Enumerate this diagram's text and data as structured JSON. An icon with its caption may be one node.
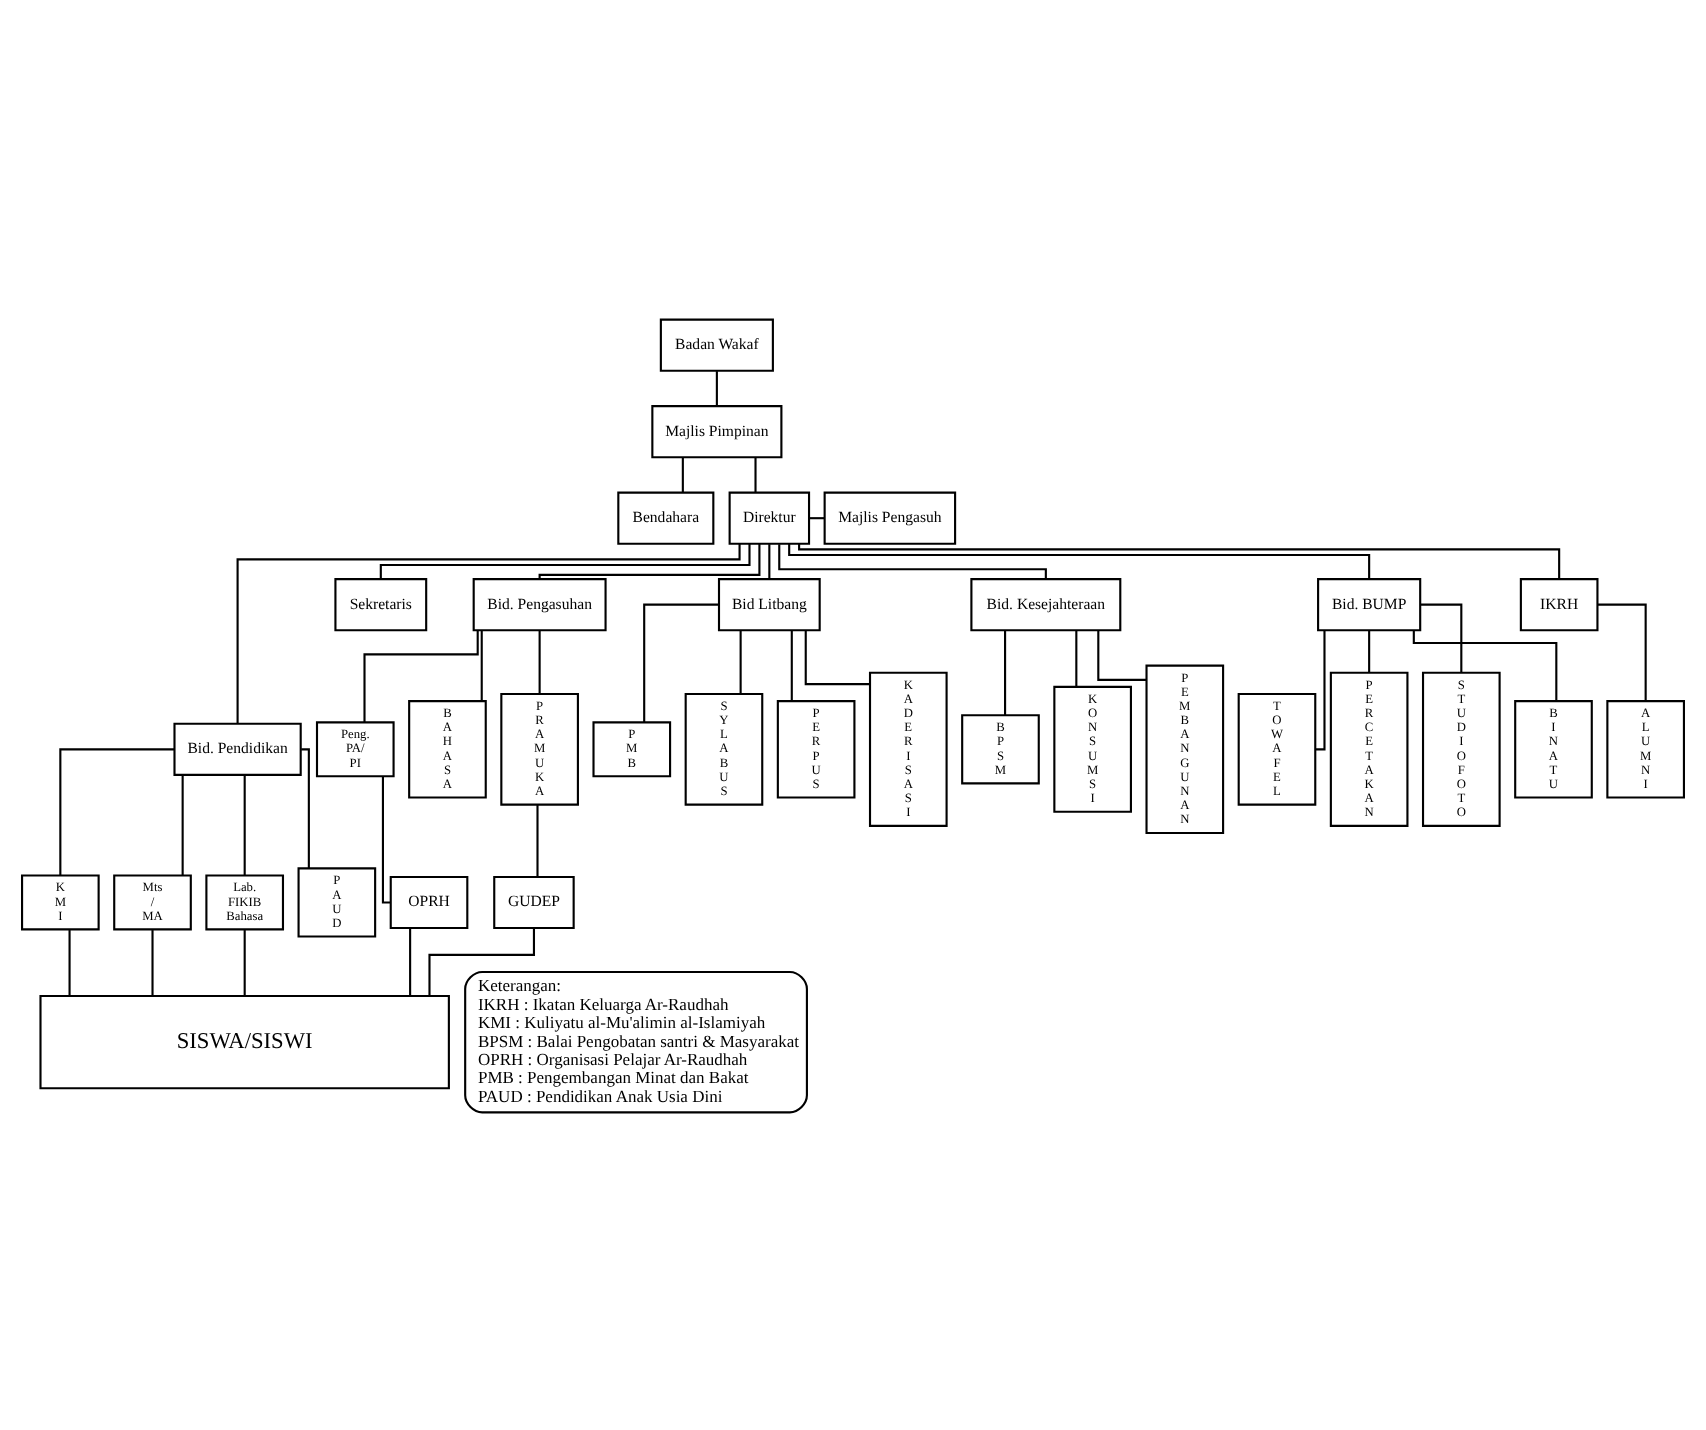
{
  "diagram": {
    "nodes": [
      {
        "text": [
          "Badan Wakaf"
        ]
      },
      {
        "text": [
          "Majlis Pimpinan"
        ]
      },
      {
        "text": [
          "Bendahara"
        ]
      },
      {
        "text": [
          "Direktur"
        ]
      },
      {
        "text": [
          "Majlis Pengasuh"
        ]
      },
      {
        "text": [
          "Sekretaris"
        ]
      },
      {
        "text": [
          "Bid. Pendidikan"
        ]
      },
      {
        "text": [
          "Bid. Pengasuhan"
        ]
      },
      {
        "text": [
          "Bid Litbang"
        ]
      },
      {
        "text": [
          "Bid. Kesejahteraan"
        ]
      },
      {
        "text": [
          "Bid. BUMP"
        ]
      },
      {
        "text": [
          "IKRH"
        ]
      },
      {
        "text": [
          "K M I"
        ]
      },
      {
        "text": [
          "Mts / MA"
        ]
      },
      {
        "text": [
          "Lab. FIKIB Bahasa"
        ]
      },
      {
        "text": [
          "P A U D"
        ]
      },
      {
        "text": [
          "Peng. PA/ PI"
        ]
      },
      {
        "text": [
          "B A H A S A"
        ]
      },
      {
        "text": [
          "P R A M U K A"
        ]
      },
      {
        "text": [
          "P M B"
        ]
      },
      {
        "text": [
          "S Y L A B U S"
        ]
      },
      {
        "text": [
          "P E R P U S"
        ]
      },
      {
        "text": [
          "K A D E R I S A S I"
        ]
      },
      {
        "text": [
          "B P S M"
        ]
      },
      {
        "text": [
          "K O N S U M S I"
        ]
      },
      {
        "text": [
          "P E M B A N G U N A N"
        ]
      },
      {
        "text": [
          "T O W A F E L"
        ]
      },
      {
        "text": [
          "P E R C E T A K A N"
        ]
      },
      {
        "text": [
          "S T U D I O F O T O"
        ]
      },
      {
        "text": [
          "B I N A T U"
        ]
      },
      {
        "text": [
          "A L U M N I"
        ]
      },
      {
        "text": [
          "OPRH"
        ]
      },
      {
        "text": [
          "GUDEP"
        ]
      },
      {
        "text": [
          "SISWA/SISWI"
        ]
      },
      {
        "text": [
          "Keterangan:",
          "IKRH : Ikatan Keluarga Ar-Raudhah",
          "KMI : Kuliyatu al-Mu'alimin al-Islamiyah",
          "BPSM : Balai Pengobatan santri & Masyarakat",
          "OPRH : Organisasi Pelajar Ar-Raudhah",
          "PMB : Pengembangan Minat dan Bakat",
          "PAUD : Pendidikan Anak Usia Dini"
        ]
      }
    ],
    "edges": [
      {
        "from": 0,
        "to": 1,
        "arrow": "none"
      },
      {
        "from": 1,
        "to": 2,
        "arrow": "none"
      },
      {
        "from": 1,
        "to": 3,
        "arrow": "none"
      },
      {
        "from": 3,
        "to": 4,
        "arrow": "none"
      },
      {
        "from": 3,
        "to": 5,
        "arrow": "none"
      },
      {
        "from": 3,
        "to": 6,
        "arrow": "none"
      },
      {
        "from": 3,
        "to": 7,
        "arrow": "none"
      },
      {
        "from": 3,
        "to": 8,
        "arrow": "none"
      },
      {
        "from": 3,
        "to": 9,
        "arrow": "none"
      },
      {
        "from": 3,
        "to": 10,
        "arrow": "none"
      },
      {
        "from": 3,
        "to": 11,
        "arrow": "none"
      },
      {
        "from": 6,
        "to": 12,
        "arrow": "none"
      },
      {
        "from": 6,
        "to": 13,
        "arrow": "none"
      },
      {
        "from": 6,
        "to": 14,
        "arrow": "none"
      },
      {
        "from": 6,
        "to": 15,
        "arrow": "none"
      },
      {
        "from": 7,
        "to": 16,
        "arrow": "none"
      },
      {
        "from": 7,
        "to": 17,
        "arrow": "none"
      },
      {
        "from": 7,
        "to": 18,
        "arrow": "none"
      },
      {
        "from": 8,
        "to": 19,
        "arrow": "none"
      },
      {
        "from": 8,
        "to": 20,
        "arrow": "none"
      },
      {
        "from": 8,
        "to": 21,
        "arrow": "none"
      },
      {
        "from": 8,
        "to": 22,
        "arrow": "none"
      },
      {
        "from": 9,
        "to": 23,
        "arrow": "none"
      },
      {
        "from": 9,
        "to": 24,
        "arrow": "none"
      },
      {
        "from": 9,
        "to": 25,
        "arrow": "none"
      },
      {
        "from": 10,
        "to": 26,
        "arrow": "none"
      },
      {
        "from": 10,
        "to": 27,
        "arrow": "none"
      },
      {
        "from": 10,
        "to": 28,
        "arrow": "none"
      },
      {
        "from": 10,
        "to": 29,
        "arrow": "none"
      },
      {
        "from": 11,
        "to": 30,
        "arrow": "none"
      },
      {
        "from": 16,
        "to": 31,
        "arrow": "none"
      },
      {
        "from": 18,
        "to": 32,
        "arrow": "none"
      },
      {
        "from": 12,
        "to": 33,
        "arrow": "none"
      },
      {
        "from": 13,
        "to": 33,
        "arrow": "none"
      },
      {
        "from": 14,
        "to": 33,
        "arrow": "none"
      },
      {
        "from": 31,
        "to": 33,
        "arrow": "none"
      },
      {
        "from": 32,
        "to": 33,
        "arrow": "none"
      }
    ]
  }
}
